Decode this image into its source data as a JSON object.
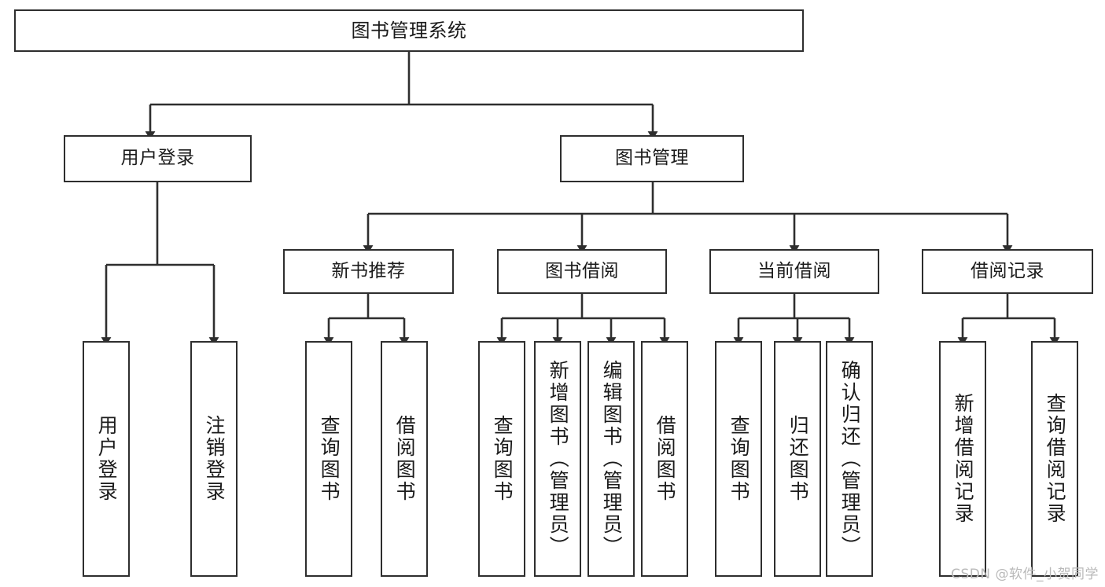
{
  "diagram": {
    "title": "图书管理系统",
    "type": "tree-hierarchy-chart",
    "colors": {
      "background": "#ffffff",
      "node_border": "#2e2e2e",
      "node_fill": "#ffffff",
      "edge": "#2e2e2e",
      "text": "#1b1b1b",
      "watermark": "#b9b9b9"
    }
  },
  "nodes": {
    "root": {
      "label": "图书管理系统"
    },
    "level1": [
      {
        "label": "用户登录"
      },
      {
        "label": "图书管理"
      }
    ],
    "level2": [
      {
        "label": "新书推荐"
      },
      {
        "label": "图书借阅"
      },
      {
        "label": "当前借阅"
      },
      {
        "label": "借阅记录"
      }
    ],
    "leaves": {
      "user_login": [
        {
          "label": "用户登录"
        },
        {
          "label": "注销登录"
        }
      ],
      "new_book_recommend": [
        {
          "label": "查询图书"
        },
        {
          "label": "借阅图书"
        }
      ],
      "book_borrow": [
        {
          "label": "查询图书"
        },
        {
          "label": "新增图书（管理员）"
        },
        {
          "label": "编辑图书（管理员）"
        },
        {
          "label": "借阅图书"
        }
      ],
      "current_borrow": [
        {
          "label": "查询图书"
        },
        {
          "label": "归还图书"
        },
        {
          "label": "确认归还（管理员）"
        }
      ],
      "borrow_record": [
        {
          "label": "新增借阅记录"
        },
        {
          "label": "查询借阅记录"
        }
      ]
    }
  },
  "watermark": {
    "text": "CSDN @软件_小贺同学"
  }
}
